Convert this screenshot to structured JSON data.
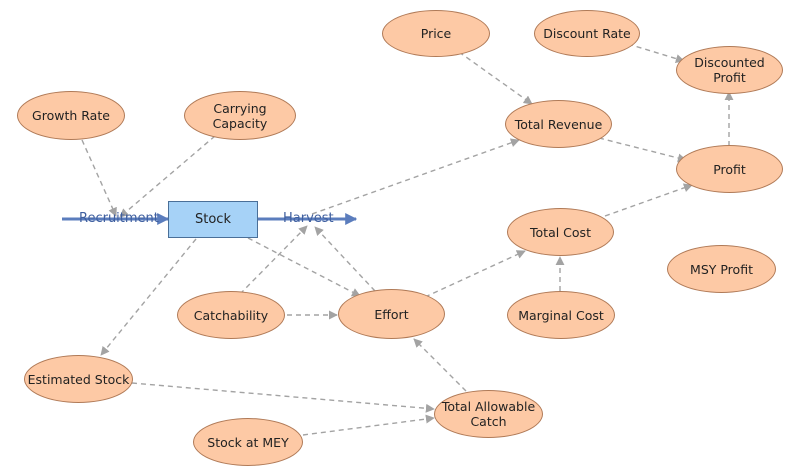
{
  "stock": {
    "label": "Stock"
  },
  "flows": {
    "recruitment": "Recruitment",
    "harvest": "Harvest"
  },
  "nodes": {
    "growth_rate": "Growth Rate",
    "carrying_capacity": "Carrying Capacity",
    "price": "Price",
    "discount_rate": "Discount Rate",
    "discounted_profit": "Discounted Profit",
    "total_revenue": "Total Revenue",
    "profit": "Profit",
    "total_cost": "Total Cost",
    "msy_profit": "MSY Profit",
    "catchability": "Catchability",
    "effort": "Effort",
    "marginal_cost": "Marginal Cost",
    "estimated_stock": "Estimated Stock",
    "total_allowable_catch": "Total Allowable\nCatch",
    "stock_at_mey": "Stock at MEY"
  },
  "colors": {
    "node_fill": "#fdc9a5",
    "node_border": "#b07a57",
    "stock_fill": "#a6d2f7",
    "flow_color": "#5b7dbd",
    "link_color": "#a3a3a3"
  }
}
